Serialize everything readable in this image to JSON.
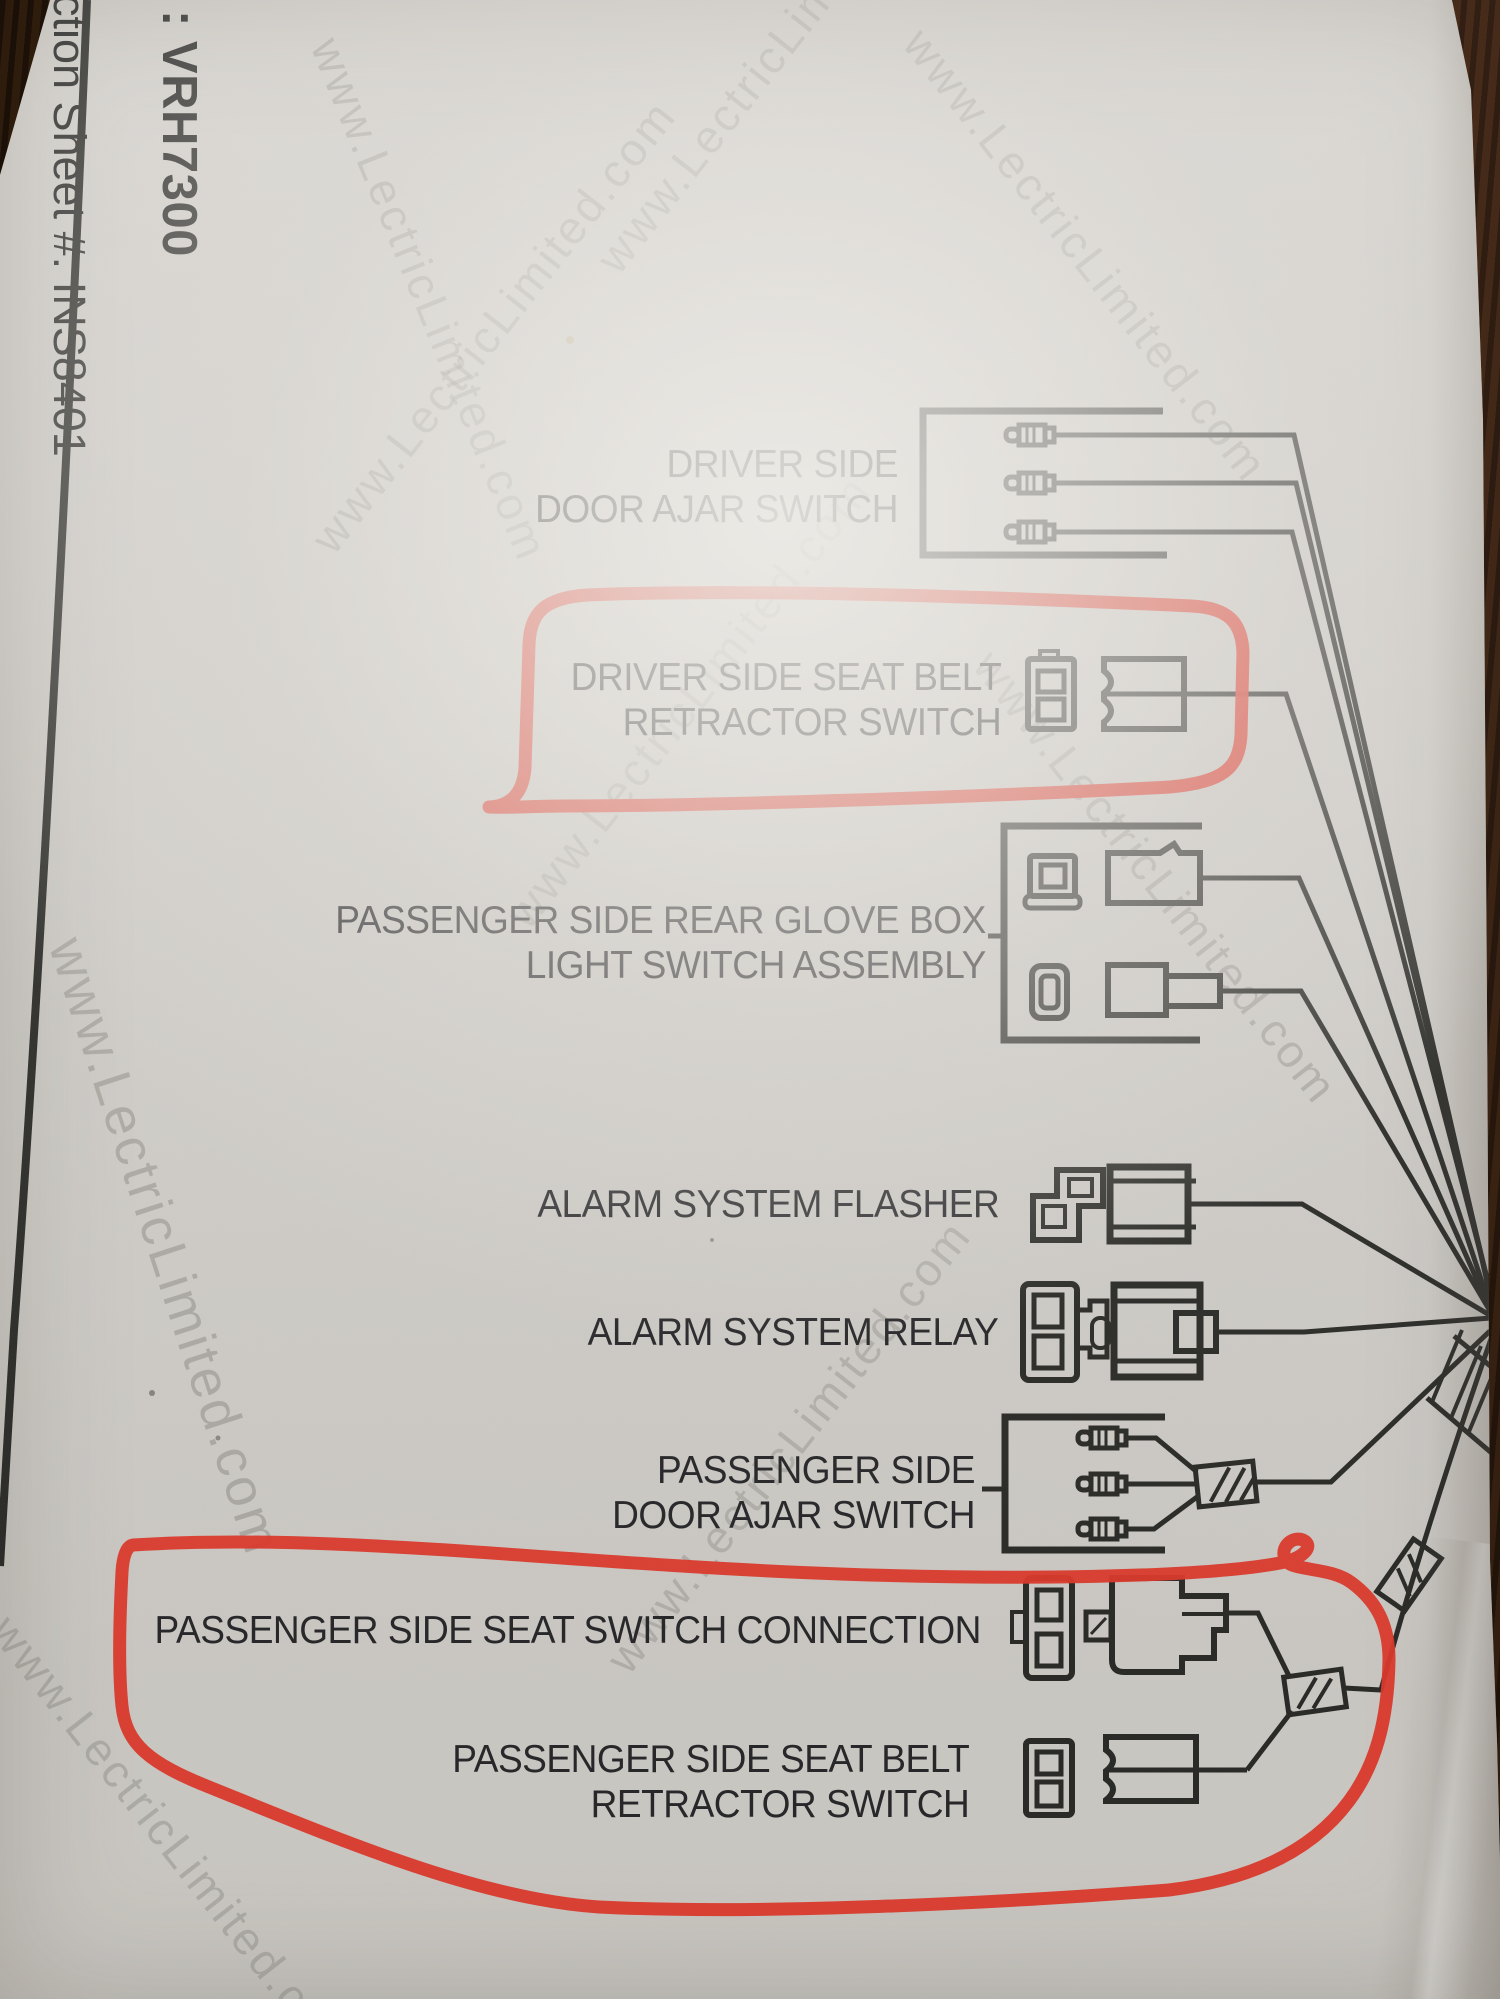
{
  "header": {
    "model": ": VRH7300",
    "instruction_sheet": "ction Sheet #: INS8401"
  },
  "watermark": {
    "text": "www.LectricLimited.com"
  },
  "colors": {
    "paper": "#d6d3ce",
    "ink": "#2b2b28",
    "annotation_red": "#e73b2c",
    "wood": "#2c1a0d"
  },
  "labels": [
    {
      "id": "driver-door-ajar-switch",
      "lines": [
        "DRIVER SIDE",
        "DOOR AJAR SWITCH"
      ]
    },
    {
      "id": "driver-seat-belt-retractor-switch",
      "lines": [
        "DRIVER SIDE SEAT BELT",
        "RETRACTOR SWITCH"
      ]
    },
    {
      "id": "passenger-rear-glove-box-light-switch",
      "lines": [
        "PASSENGER SIDE REAR GLOVE BOX",
        "LIGHT SWITCH ASSEMBLY"
      ]
    },
    {
      "id": "alarm-system-flasher",
      "lines": [
        "ALARM SYSTEM FLASHER"
      ]
    },
    {
      "id": "alarm-system-relay",
      "lines": [
        "ALARM SYSTEM RELAY"
      ]
    },
    {
      "id": "passenger-door-ajar-switch",
      "lines": [
        "PASSENGER SIDE",
        "DOOR AJAR SWITCH"
      ]
    },
    {
      "id": "passenger-seat-switch-connection",
      "lines": [
        "PASSENGER SIDE SEAT SWITCH CONNECTION"
      ]
    },
    {
      "id": "passenger-seat-belt-retractor-switch",
      "lines": [
        "PASSENGER SIDE SEAT BELT",
        "RETRACTOR SWITCH"
      ]
    }
  ],
  "annotations": [
    {
      "name": "red-circle-driver-seat-belt-retractor",
      "color": "#e73b2c"
    },
    {
      "name": "red-circle-passenger-seat-connections",
      "color": "#e73b2c"
    }
  ]
}
